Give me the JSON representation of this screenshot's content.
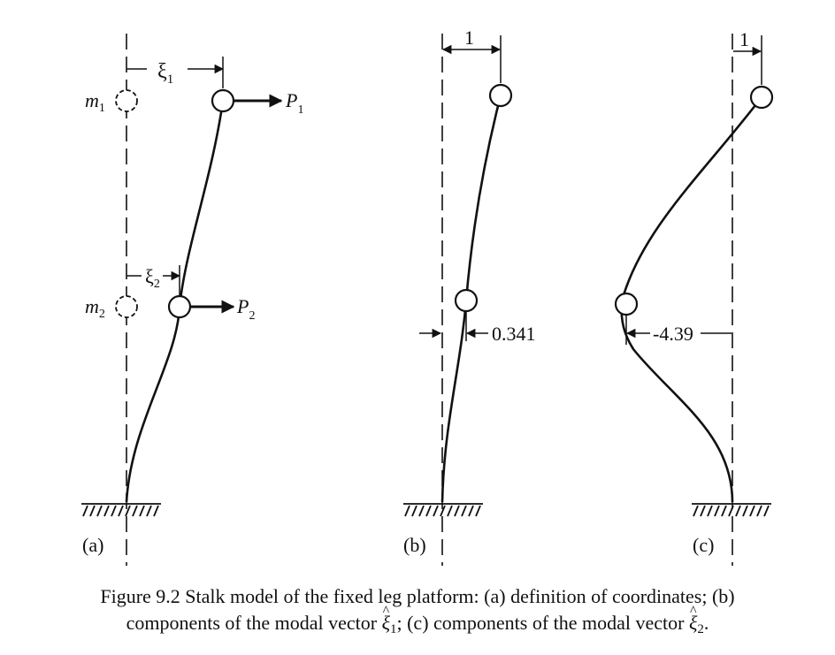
{
  "panel_a": {
    "label": "(a)",
    "mass_1": "m",
    "mass_1_sub": "1",
    "mass_2": "m",
    "mass_2_sub": "2",
    "coord_1": "ξ",
    "coord_1_sub": "1",
    "coord_2": "ξ",
    "coord_2_sub": "2",
    "force_1": "P",
    "force_1_sub": "1",
    "force_2": "P",
    "force_2_sub": "2"
  },
  "panel_b": {
    "label": "(b)",
    "top_value": "1",
    "lower_value": "0.341"
  },
  "panel_c": {
    "label": "(c)",
    "top_value": "1",
    "lower_value": "-4.39"
  },
  "caption": {
    "line1": "Figure 9.2   Stalk model of the fixed leg platform: (a) definition of coordinates; (b)",
    "line2_prefix": "components of the modal vector ",
    "xi_symbol": "ξ",
    "sub_1": "1",
    "line2_middle": "; (c) components of the modal vector ",
    "sub_2": "2",
    "line2_suffix": "."
  },
  "colors": {
    "ink": "#111111",
    "background": "#ffffff"
  }
}
